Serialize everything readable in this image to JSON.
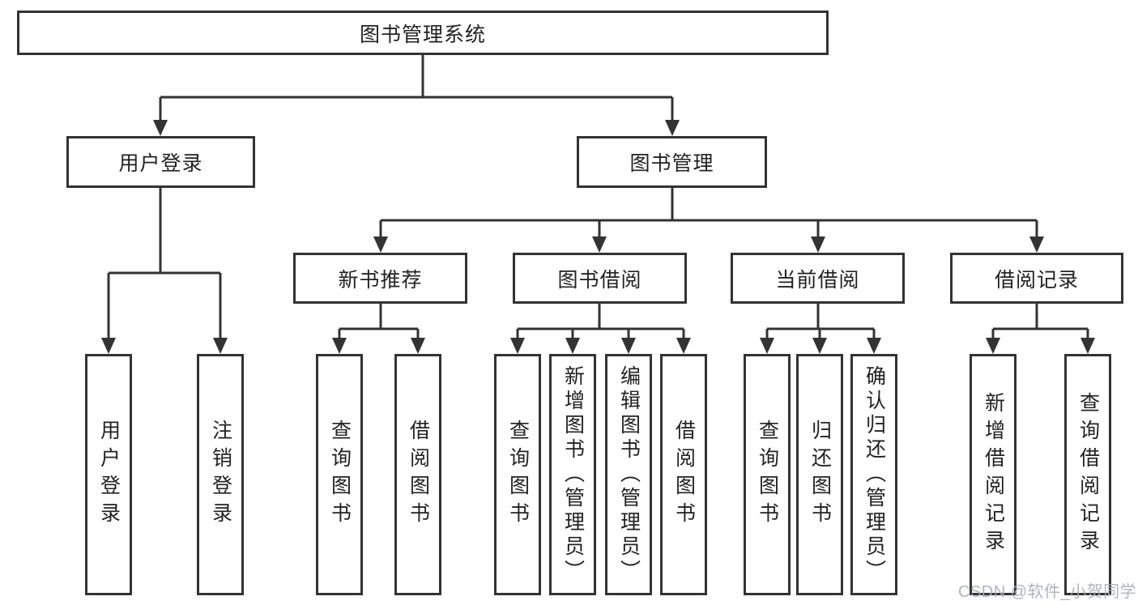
{
  "tree": {
    "root": {
      "label": "图书管理系统",
      "children": [
        {
          "label": "用户登录",
          "children": [
            {
              "label": "用户登录"
            },
            {
              "label": "注销登录"
            }
          ]
        },
        {
          "label": "图书管理",
          "children": [
            {
              "label": "新书推荐",
              "children": [
                {
                  "label": "查询图书"
                },
                {
                  "label": "借阅图书"
                }
              ]
            },
            {
              "label": "图书借阅",
              "children": [
                {
                  "label": "查询图书"
                },
                {
                  "label": "新增图书（管理员）"
                },
                {
                  "label": "编辑图书（管理员）"
                },
                {
                  "label": "借阅图书"
                }
              ]
            },
            {
              "label": "当前借阅",
              "children": [
                {
                  "label": "查询图书"
                },
                {
                  "label": "归还图书"
                },
                {
                  "label": "确认归还（管理员）"
                }
              ]
            },
            {
              "label": "借阅记录",
              "children": [
                {
                  "label": "新增借阅记录"
                },
                {
                  "label": "查询借阅记录"
                }
              ]
            }
          ]
        }
      ]
    }
  },
  "watermark": "CSDN @软件_小贺同学",
  "colors": {
    "line": "#333333",
    "text": "#222222",
    "watermark": "#a8adb5"
  }
}
